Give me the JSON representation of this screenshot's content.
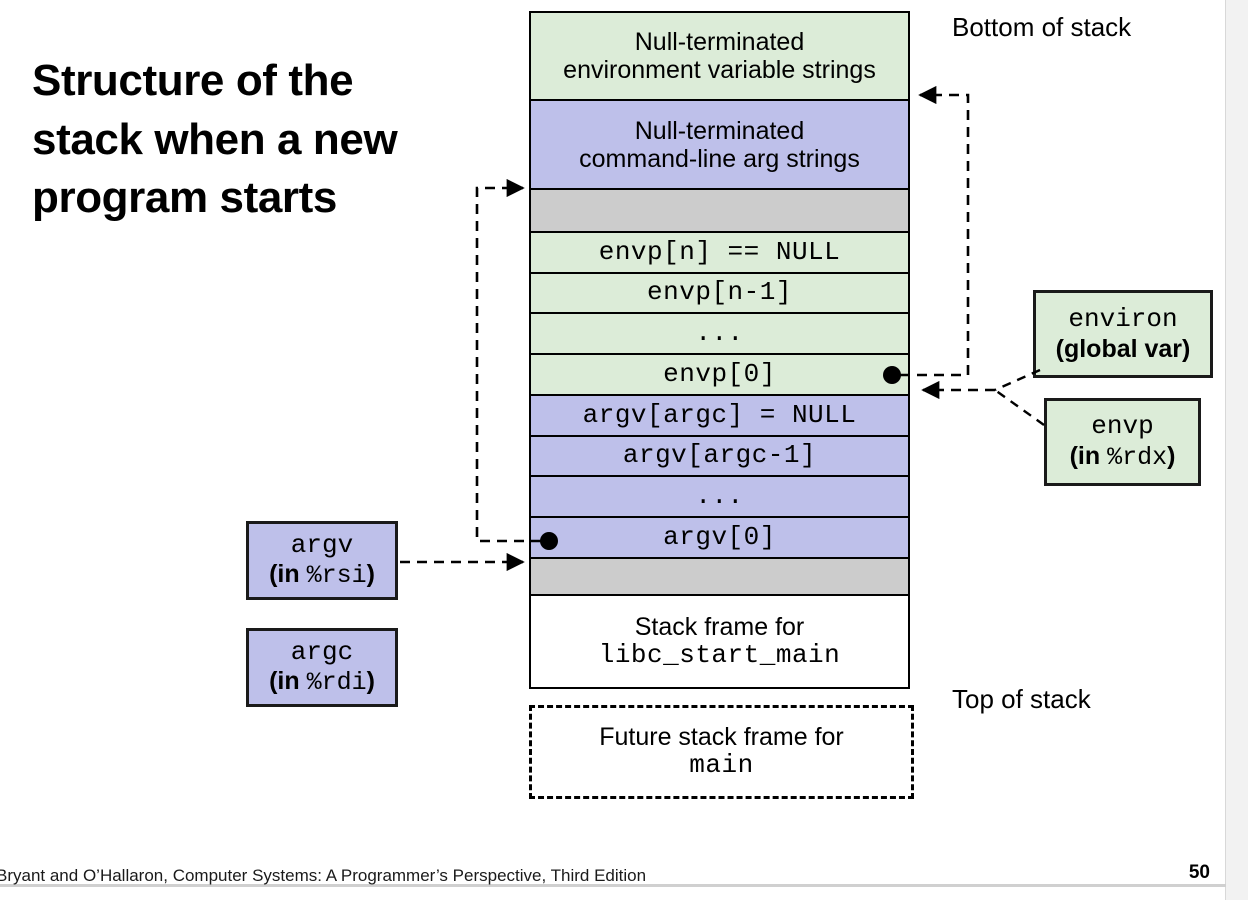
{
  "slide": {
    "title": "Structure of the stack when a new program starts",
    "page_number": "50",
    "footer": "Bryant and O’Hallaron, Computer Systems: A Programmer’s Perspective, Third Edition"
  },
  "labels": {
    "bottom_of_stack": "Bottom of stack",
    "top_of_stack": "Top of stack"
  },
  "stack": {
    "rows": [
      {
        "id": "env-strings",
        "line1": "Null-terminated",
        "line2": "environment variable strings",
        "color": "#dcecd8",
        "font": "sans"
      },
      {
        "id": "arg-strings",
        "line1": "Null-terminated",
        "line2": "command-line arg strings",
        "color": "#bec0ea",
        "font": "sans"
      },
      {
        "id": "spacer-top",
        "line1": "",
        "line2": "",
        "color": "#cccccc",
        "font": "sans"
      },
      {
        "id": "envp-n",
        "line1": "envp[n] == NULL",
        "line2": "",
        "color": "#dcecd8",
        "font": "mono"
      },
      {
        "id": "envp-n-1",
        "line1": "envp[n-1]",
        "line2": "",
        "color": "#dcecd8",
        "font": "mono"
      },
      {
        "id": "envp-ellipsis",
        "line1": "...",
        "line2": "",
        "color": "#dcecd8",
        "font": "mono"
      },
      {
        "id": "envp-0",
        "line1": "envp[0]",
        "line2": "",
        "color": "#dcecd8",
        "font": "mono"
      },
      {
        "id": "argv-argc",
        "line1": "argv[argc] = NULL",
        "line2": "",
        "color": "#bec0ea",
        "font": "mono"
      },
      {
        "id": "argv-argc-1",
        "line1": "argv[argc-1]",
        "line2": "",
        "color": "#bec0ea",
        "font": "mono"
      },
      {
        "id": "argv-ellipsis",
        "line1": "...",
        "line2": "",
        "color": "#bec0ea",
        "font": "mono"
      },
      {
        "id": "argv-0",
        "line1": "argv[0]",
        "line2": "",
        "color": "#bec0ea",
        "font": "mono"
      },
      {
        "id": "spacer-bottom",
        "line1": "",
        "line2": "",
        "color": "#cccccc",
        "font": "sans"
      },
      {
        "id": "libc-frame",
        "line1": "Stack frame for",
        "line2": "libc_start_main",
        "color": "#ffffff",
        "font": "mixed"
      }
    ],
    "future_frame": {
      "line1": "Future stack frame for",
      "line2": "main"
    }
  },
  "callouts": [
    {
      "id": "environ",
      "line1": "environ",
      "line2_pre": "(global var)",
      "line2_reg": "",
      "line2_post": "",
      "color": "#dcecd8"
    },
    {
      "id": "envp",
      "line1": "envp",
      "line2_pre": "(in ",
      "line2_reg": "%rdx",
      "line2_post": ")",
      "color": "#dcecd8"
    },
    {
      "id": "argv",
      "line1": "argv",
      "line2_pre": "(in ",
      "line2_reg": "%rsi",
      "line2_post": ")",
      "color": "#bec0ea"
    },
    {
      "id": "argc",
      "line1": "argc",
      "line2_pre": "(in ",
      "line2_reg": "%rdi",
      "line2_post": ")",
      "color": "#bec0ea"
    }
  ],
  "colors": {
    "green_fill": "#dcecd8",
    "purple_fill": "#bec0ea",
    "gray_fill": "#cccccc",
    "outline": "#000000"
  }
}
